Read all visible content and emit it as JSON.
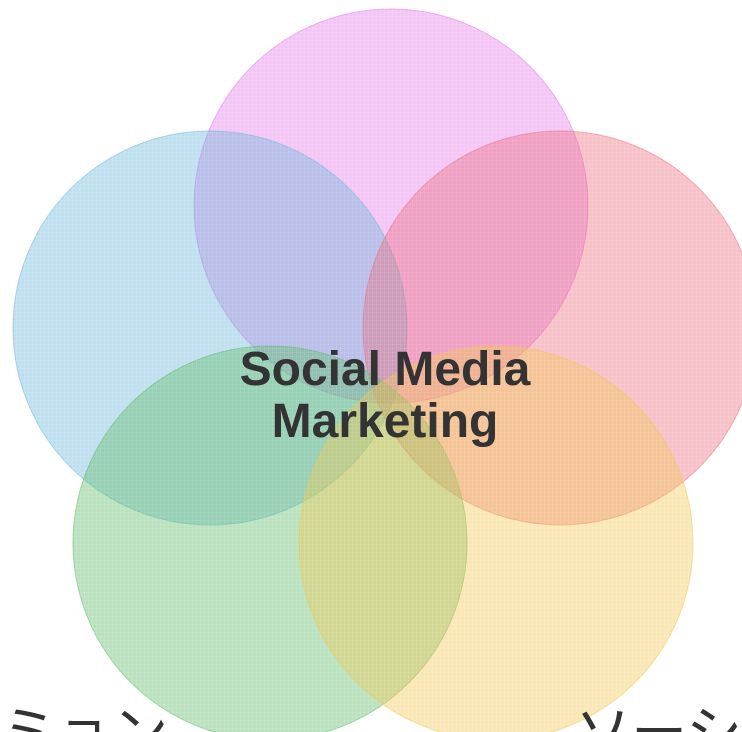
{
  "diagram": {
    "center_label_line1": "Social Media",
    "center_label_line2": "Marketing",
    "bottom_left_fragment": "ミョン",
    "bottom_right_fragment": "ソーシ"
  },
  "colors": {
    "magenta": "#e277e6",
    "blue": "#6ab4d9",
    "red": "#ec6c7d",
    "green": "#5cb964",
    "yellow": "#f0c552",
    "center_text": "#333333"
  }
}
